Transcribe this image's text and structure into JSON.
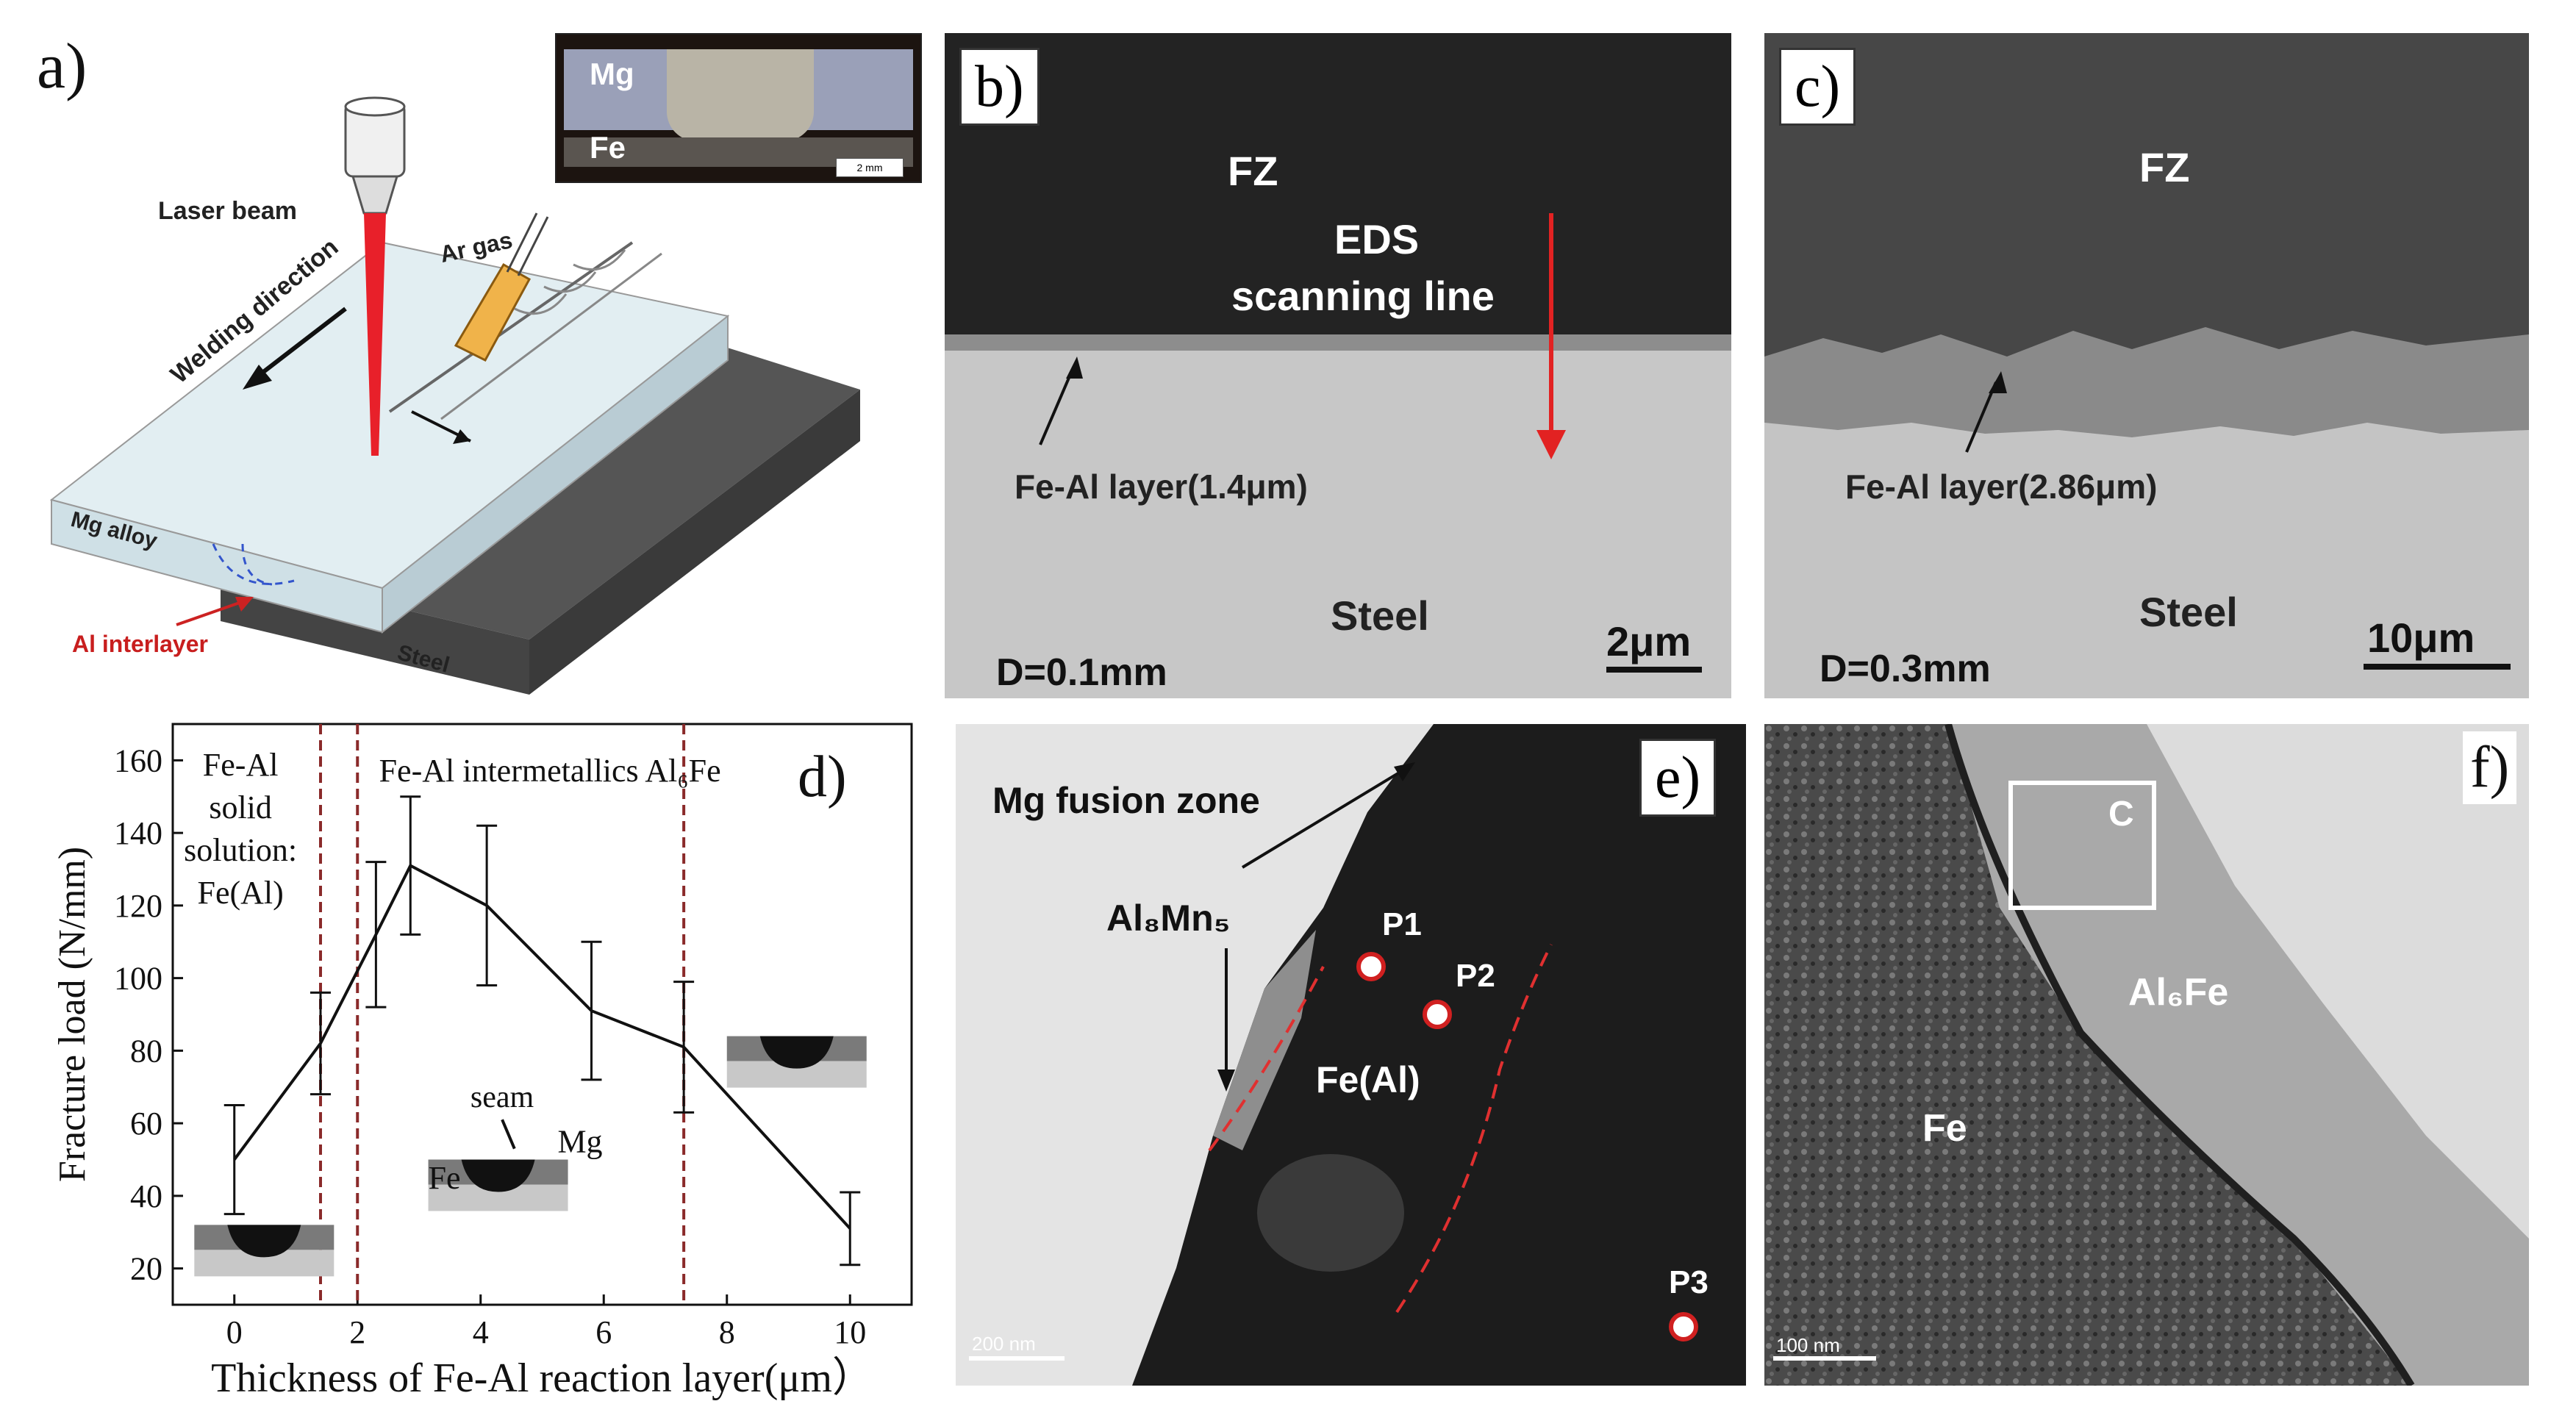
{
  "panel_a": {
    "label": "a)",
    "inset": {
      "mg": "Mg",
      "fe": "Fe",
      "scale": "2 mm"
    },
    "laser_beam": "Laser beam",
    "ar_gas": "Ar gas",
    "welding_direction": "Welding direction",
    "mg_alloy": "Mg alloy",
    "al_interlayer": "Al interlayer",
    "steel": "Steel"
  },
  "panel_b": {
    "label": "b)",
    "fz": "FZ",
    "eds_line1": "EDS",
    "eds_line2": "scanning line",
    "layer": "Fe-Al layer(1.4μm)",
    "steel": "Steel",
    "d": "D=0.1mm",
    "scale": "2μm"
  },
  "panel_c": {
    "label": "c)",
    "fz": "FZ",
    "layer": "Fe-Al layer(2.86μm)",
    "steel": "Steel",
    "d": "D=0.3mm",
    "scale": "10μm"
  },
  "panel_d": {
    "label": "d)",
    "region1_lines": [
      "Fe-Al",
      "solid",
      "solution:",
      "Fe(Al)"
    ],
    "region2": "Fe-Al intermetallics Al₆Fe",
    "seam": "seam",
    "mg": "Mg",
    "fe": "Fe"
  },
  "panel_e": {
    "label": "e)",
    "mg_zone": "Mg fusion zone",
    "al8mn5": "Al₈Mn₅",
    "p1": "P1",
    "p2": "P2",
    "p3": "P3",
    "feal": "Fe(Al)",
    "scale": "200 nm"
  },
  "panel_f": {
    "label": "f)",
    "c": "C",
    "al6fe": "Al₆Fe",
    "fe": "Fe",
    "scale": "100 nm"
  },
  "chart_data": {
    "type": "line",
    "title": "",
    "xlabel": "Thickness of Fe-Al reaction layer(μm）",
    "ylabel": "Fracture load (N/mm)",
    "xlim": [
      -1,
      11
    ],
    "ylim": [
      10,
      170
    ],
    "xticks": [
      0,
      2,
      4,
      6,
      8,
      10
    ],
    "yticks": [
      20,
      40,
      60,
      80,
      100,
      120,
      140,
      160
    ],
    "series": [
      {
        "x": [
          0,
          1.4,
          2.3,
          2.86,
          4.1,
          5.8,
          7.3,
          10
        ],
        "y": [
          50,
          82,
          112,
          131,
          120,
          91,
          81,
          31
        ],
        "err": [
          15,
          14,
          20,
          19,
          22,
          19,
          18,
          10
        ]
      }
    ],
    "dividers_x": [
      1.4,
      2,
      7.3
    ],
    "grid": false
  }
}
